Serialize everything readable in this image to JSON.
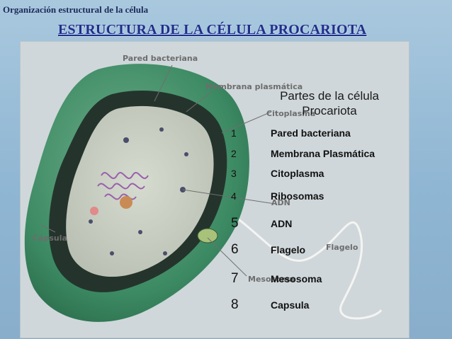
{
  "header": {
    "caption": "Organización estructural de la célula",
    "title": "ESTRUCTURA DE LA CÉLULA  PROCARIOTA"
  },
  "figure": {
    "labels": {
      "pared": "Pared bacteriana",
      "membrana": "Membrana plasmática",
      "citoplasma": "Citoplasma",
      "adn": "ADN",
      "capsula": "Cápsula",
      "flagelo": "Flagelo",
      "mesosoma": "Mesosoma"
    }
  },
  "legend": {
    "title_line1": "Partes de la célula",
    "title_line2": "Procariota",
    "items": [
      {
        "num": "1",
        "label": "Pared bacteriana"
      },
      {
        "num": "2",
        "label": "Membrana Plasmática"
      },
      {
        "num": "3",
        "label": "Citoplasma"
      },
      {
        "num": "4",
        "label": "Ribosomas"
      },
      {
        "num": "5",
        "label": "ADN"
      },
      {
        "num": "6",
        "label": "Flagelo"
      },
      {
        "num": "7",
        "label": "Mesosoma"
      },
      {
        "num": "8",
        "label": "Capsula"
      }
    ]
  },
  "colors": {
    "capsule_green": "#3c8a63",
    "wall_dark": "#24342c",
    "cytoplasm": "#cbd0c4"
  }
}
